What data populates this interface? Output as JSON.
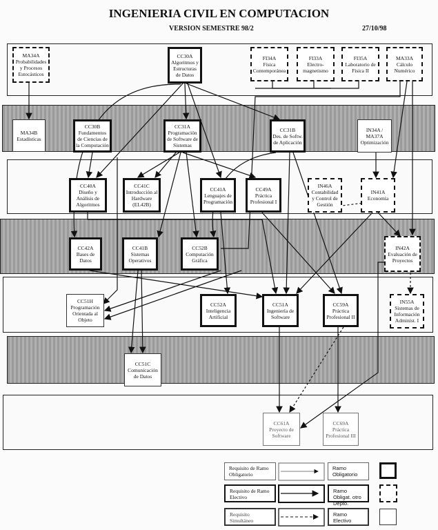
{
  "header": {
    "title": "INGENIERIA CIVIL EN COMPUTACION",
    "version": "VERSION SEMESTRE 98/2",
    "date": "27/10/98"
  },
  "courses": {
    "MA34A": {
      "code": "MA34A",
      "name": "Probabilidades y Procesos Estocásticos"
    },
    "CC30A": {
      "code": "CC30A",
      "name": "Algoritmos y Estructuras de Datos"
    },
    "FI34A": {
      "code": "FI34A",
      "name": "Física Contemporánea"
    },
    "FI33A": {
      "code": "FI33A",
      "name": "Electro-magnetismo"
    },
    "FI35A": {
      "code": "FI35A",
      "name": "Laboratorio de Física II"
    },
    "MA33A": {
      "code": "MA33A",
      "name": "Cálculo Numérico"
    },
    "MA34B": {
      "code": "MA34B",
      "name": "Estadísticas"
    },
    "CC30B": {
      "code": "CC30B",
      "name": "Fundamentos de Ciencias de la Computación"
    },
    "CC31A": {
      "code": "CC31A",
      "name": "Programación de Software de Sistemas"
    },
    "CC31B": {
      "code": "CC31B",
      "name": "Des. de Softw. de Aplicación"
    },
    "IN34A": {
      "code": "IN34A / MA37A",
      "name": "Optimización"
    },
    "CC40A": {
      "code": "CC40A",
      "name": "Diseño y Análisis de Algoritmos"
    },
    "CC41C": {
      "code": "CC41C",
      "name": "Introducción al Hardware (EL42B)"
    },
    "CC41A": {
      "code": "CC41A",
      "name": "Lenguajes de Programación"
    },
    "CC49A": {
      "code": "CC49A",
      "name": "Práctica Profesional I"
    },
    "IN46A": {
      "code": "IN46A",
      "name": "Contabilidad y Control de Gestión"
    },
    "IN41A": {
      "code": "IN41A",
      "name": "Economía"
    },
    "CC42A": {
      "code": "CC42A",
      "name": "Bases de Datos"
    },
    "CC41B": {
      "code": "CC41B",
      "name": "Sistemas Operativos"
    },
    "CC52B": {
      "code": "CC52B",
      "name": "Computación Gráfica"
    },
    "IN42A": {
      "code": "IN42A",
      "name": "Evaluación de Proyectos"
    },
    "CC51H": {
      "code": "CC51H",
      "name": "Programación Orientada al Objeto"
    },
    "CC52A": {
      "code": "CC52A",
      "name": "Inteligencia Artificial"
    },
    "CC51A": {
      "code": "CC51A",
      "name": "Ingeniería de Software"
    },
    "CC59A": {
      "code": "CC59A",
      "name": "Práctica Profesional II"
    },
    "IN55A": {
      "code": "IN55A",
      "name": "Sistemas de Información Administ. I"
    },
    "CC51C": {
      "code": "CC51C",
      "name": "Comunicación de Datos"
    },
    "CC61A": {
      "code": "CC61A",
      "name": "Proyecto de Software"
    },
    "CC69A": {
      "code": "CC69A",
      "name": "Práctica Profesional III"
    }
  },
  "legend": {
    "req_obligatorio": "Requisito de Ramo Obligatorio",
    "req_electivo": "Requisito de Ramo Electivo",
    "req_simultaneo": "Requisito Simultáneo",
    "ramo_obligatorio": "Ramo Obligatorio",
    "ramo_otro_depto": "Ramo Obligat. otro Depto.",
    "ramo_electivo": "Ramo Electivo"
  }
}
